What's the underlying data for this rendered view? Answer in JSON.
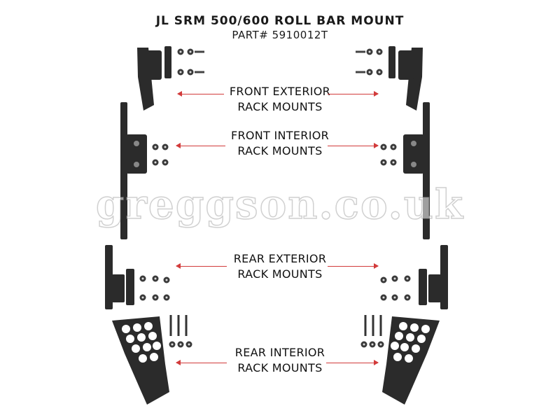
{
  "header": {
    "title": "JL SRM 500/600 ROLL BAR MOUNT",
    "part_number": "PART# 5910012T"
  },
  "sections": [
    {
      "line1": "FRONT EXTERIOR",
      "line2": "RACK MOUNTS"
    },
    {
      "line1": "FRONT INTERIOR",
      "line2": "RACK MOUNTS"
    },
    {
      "line1": "REAR EXTERIOR",
      "line2": "RACK MOUNTS"
    },
    {
      "line1": "REAR INTERIOR",
      "line2": "RACK MOUNTS"
    }
  ],
  "watermark": "greggson.co.uk",
  "colors": {
    "arrow": "#d23b3b",
    "bracket": "#2a2a2a",
    "text": "#111111"
  }
}
